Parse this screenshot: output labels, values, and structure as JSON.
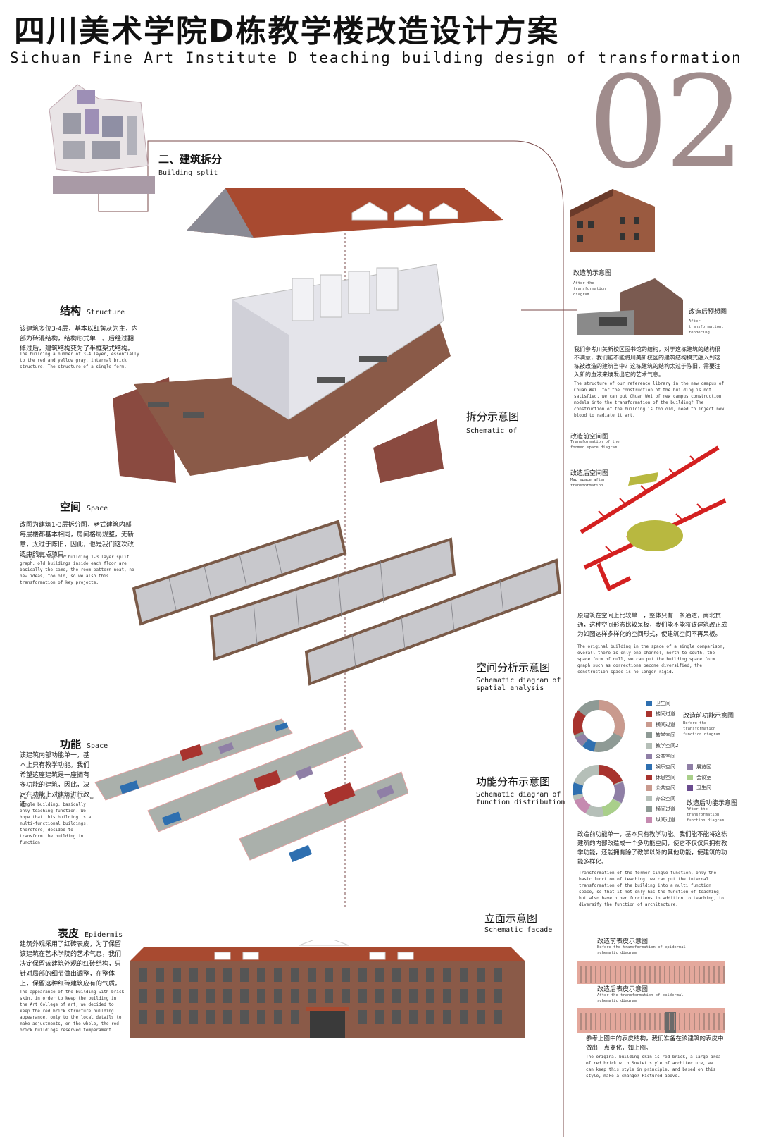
{
  "header": {
    "title_cn": "四川美术学院D栋教学楼改造设计方案",
    "title_en": "Sichuan Fine Art Institute D teaching building design of transformation",
    "page_number": "02"
  },
  "split": {
    "heading": "二、建筑拆分",
    "heading_en": "Building split"
  },
  "structure": {
    "heading": "结构",
    "heading_en": "Structure",
    "body_cn": "该建筑多位3-4层，基本以红黄灰为主，内部为砖混结构，结构形式单一。后经过翻修过后，建筑结构变为了半框架式结构。",
    "body_en": "The building a number of 3-4 layer, essentially to the red and yellow gray, internal brick structure. The structure of a single form."
  },
  "split_schematic": {
    "label": "拆分示意图",
    "label_en": "Schematic of"
  },
  "right_top": {
    "before_label": "改造前示意图",
    "before_en": "After the transformation diagram",
    "after_label": "改造后预想图",
    "after_en": "After transformation, rendering",
    "body_cn": "我们参考川美新校区图书馆的结构，对于这栋建筑的结构很不满意，我们能不能将川美新校区的建筑结构模式融入到这栋被改造的建筑当中？这栋建筑的结构太过于陈旧，需要注入新的血液来焕发出它的艺术气息。",
    "body_en": "The structure of our reference library in the new campus of Chuan Wei. for the construction of the building is not satisfied, we can put Chuan Wei of new campus construction models into the transformation of the building? The construction of the building is too old, need to inject new blood to radiate it art."
  },
  "space_diagram": {
    "before_label": "改造前空间图",
    "before_en": "Transformation of the former space diagram",
    "after_label": "改造后空间图",
    "after_en": "Map space after transformation"
  },
  "space": {
    "heading": "空间",
    "heading_en": "Space",
    "body_cn": "改图为建筑1-3层拆分图，老式建筑内部每层楼都基本相同，房间格局规整，无新意，太过于陈旧，因此，也是我们这次改造中的重点项目。",
    "body_en": "Change the map for building 1-3 layer split graph. old buildings inside each floor are basically the same, the room pattern neat, no new ideas, too old, so we also this transformation of key projects."
  },
  "space_right": {
    "body_cn": "原建筑在空间上比较单一，整体只有一条通道，南北贯通，这种空间形态比较呆板，我们能不能将该建筑改正成为如图这样多样化的空间形式，使建筑空间不再呆板。",
    "body_en": "The original building in the space of a single comparison, overall there is only one channel, north to south, the space form of dull, we can put the building space form graph such as corrections become diversified, the construction space is no longer rigid."
  },
  "space_schematic": {
    "label": "空间分析示意图",
    "label_en": "Schematic diagram of spatial analysis"
  },
  "function": {
    "heading": "功能",
    "heading_en": "Space",
    "body_cn": "该建筑内部功能单一，基本上只有教学功能。我们希望这座建筑是一座拥有多功能的建筑，因此，决定在功能上对建筑进行改造",
    "body_en": "The internal functions of the single building, basically only teaching function. We hope that this building is a multi-functional buildings, therefore, decided to transform the building in function"
  },
  "function_schematic": {
    "label": "功能分布示意图",
    "label_en": "Schematic diagram of function distribution"
  },
  "function_legend": {
    "before_items": [
      {
        "label": "卫生间",
        "color": "#2e6fb0"
      },
      {
        "label": "楼间过道",
        "color": "#a8332e"
      },
      {
        "label": "横间过道",
        "color": "#c99a8e"
      },
      {
        "label": "教学空间",
        "color": "#8e9a95"
      },
      {
        "label": "教学空间2",
        "color": "#b5bfb8"
      },
      {
        "label": "公共空间",
        "color": "#8f7fa6"
      }
    ],
    "before_title": "改造前功能示意图",
    "before_en": "Before the transformation function diagram",
    "after_items_left": [
      {
        "label": "娱乐空间",
        "color": "#2e6fb0"
      },
      {
        "label": "休息空间",
        "color": "#a8332e"
      },
      {
        "label": "公共空间",
        "color": "#c99a8e"
      },
      {
        "label": "办公空间",
        "color": "#b5bfb8"
      },
      {
        "label": "横间过道",
        "color": "#8e9a95"
      },
      {
        "label": "纵间过道",
        "color": "#c58ab0"
      }
    ],
    "after_items_right": [
      {
        "label": "展览区",
        "color": "#8f7fa6"
      },
      {
        "label": "会议室",
        "color": "#a9cf8a"
      },
      {
        "label": "卫生间",
        "color": "#6a4b8f"
      }
    ],
    "after_title": "改造后功能示意图",
    "after_en": "After the transformation function diagram",
    "body_cn": "改造前功能单一，基本只有教学功能。我们能不能将这栋建筑的内部改造成一个多功能空间，使它不仅仅只拥有教学功能，还能拥有除了教学以外的其他功能，使建筑的功能多样化。",
    "body_en": "Transformation of the former single function, only the basic function of teaching. we can put the internal transformation of the building into a multi function space, so that it not only has the function of teaching, but also have other functions in addition to teaching, to diversify the function of architecture."
  },
  "epidermis": {
    "heading": "表皮",
    "heading_en": "Epidermis",
    "body_cn": "建筑外观采用了红砖表皮，为了保留该建筑在艺术学院的艺术气息，我们决定保留该建筑外观的红砖结构，只针对局部的细节做出调整，在整体上，保留这种红砖建筑应有的气质。",
    "body_en": "The appearance of the building with brick skin, in order to keep the building in the Art College of art, we decided to keep the red brick structure building appearance, only to the local details to make adjustments, on the whole, the red brick buildings reserved temperament."
  },
  "facade_schematic": {
    "label": "立面示意图",
    "label_en": "Schematic facade"
  },
  "facade_right": {
    "before_label": "改造前表皮示意图",
    "before_en": "Before the transformation of epidermal schematic diagram",
    "after_label": "改造后表皮示意图",
    "after_en": "After the transformation of epidermal schematic diagram",
    "body_cn": "参考上图中的表皮结构，我们准备在该建筑的表皮中做出一点变化，如上图。",
    "body_en": "The original building skin is red brick, a large area of red brick with Soviet style of architecture, we can keep this style in principle, and based on this style, make a change? Pictured above."
  },
  "colors": {
    "accent_line": "#7a4a4a",
    "roof": "#a84a30",
    "brick": "#8a5a48",
    "corridor": "#d42020",
    "space_hub": "#b8b840"
  }
}
